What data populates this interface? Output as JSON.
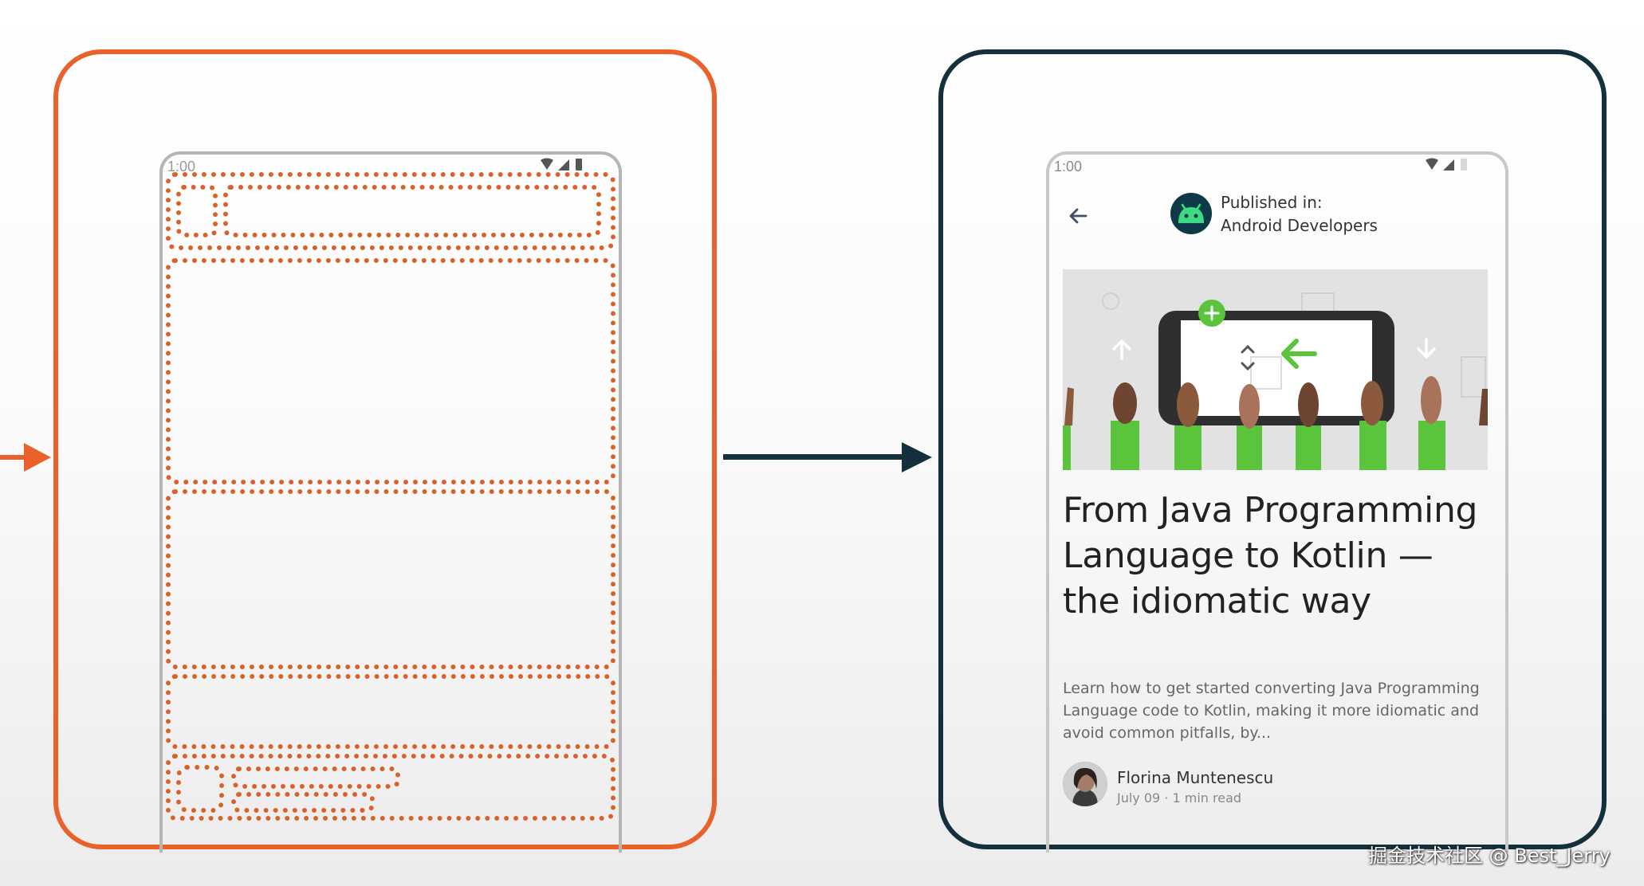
{
  "colors": {
    "accent_orange": "#e9622b",
    "accent_dark": "#14303d",
    "android_green": "#5ac43c"
  },
  "wireframe_phone": {
    "status_time": "1:00",
    "status_icons": [
      "wifi-icon",
      "signal-icon",
      "battery-icon"
    ]
  },
  "article_phone": {
    "status_time": "1:00",
    "status_icons": [
      "wifi-icon",
      "signal-icon",
      "battery-icon"
    ],
    "back_icon": "arrow-left-icon",
    "published_label": "Published in:",
    "publication": "Android Developers",
    "title": "From Java Programming Language to Kotlin — the idiomatic way",
    "description": "Learn how to get started converting Java Programming Language code to Kotlin, making it more idiomatic and avoid common pitfalls, by...",
    "author_name": "Florina Muntenescu",
    "author_meta": "July 09 · 1 min read"
  },
  "watermark": "掘金技术社区 @ Best_Jerry"
}
